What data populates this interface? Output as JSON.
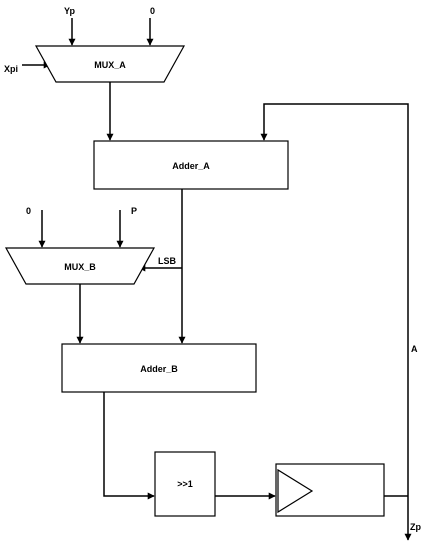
{
  "diagram": {
    "inputs": {
      "yp": "Yp",
      "zero_a": "0",
      "xpi": "Xpi",
      "zero_b": "0",
      "p": "P"
    },
    "blocks": {
      "mux_a": "MUX_A",
      "adder_a": "Adder_A",
      "mux_b": "MUX_B",
      "adder_b": "Adder_B",
      "shifter": ">>1"
    },
    "signals": {
      "lsb": "LSB",
      "a": "A",
      "zp": "Zp"
    }
  }
}
